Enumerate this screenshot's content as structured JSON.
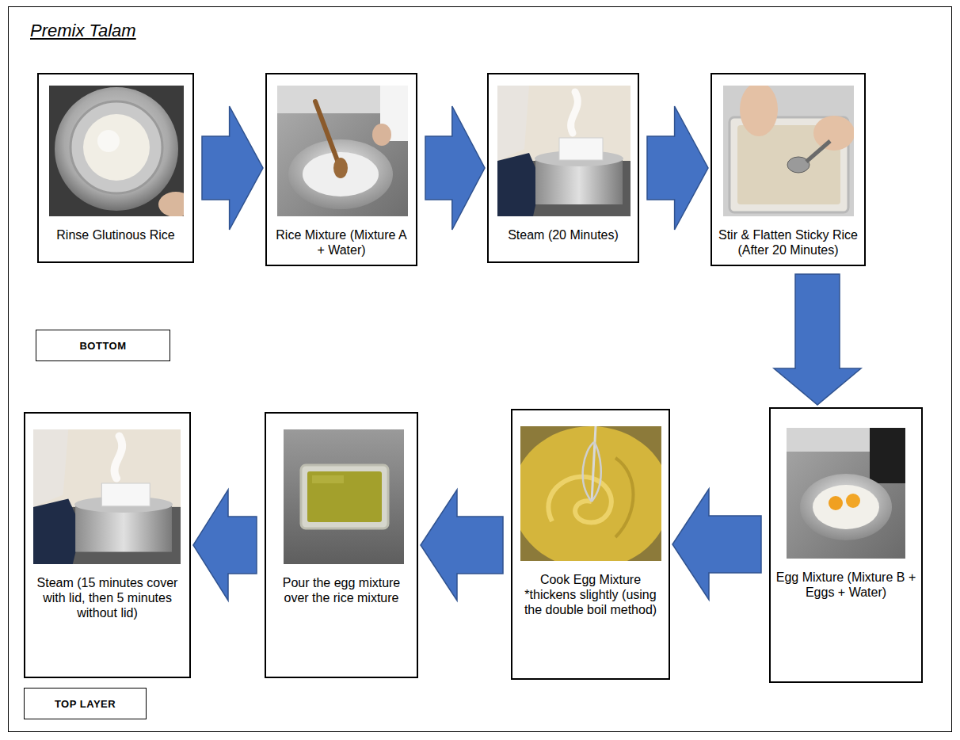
{
  "diagram": {
    "title": "Premix Talam",
    "nodes": [
      {
        "text": [
          "Rinse Glutinous Rice"
        ]
      },
      {
        "text": [
          "Rice Mixture (Mixture A + Water)"
        ]
      },
      {
        "text": [
          "Steam (20 Minutes)"
        ]
      },
      {
        "text": [
          "Stir & Flatten Sticky Rice (After 20 Minutes)"
        ]
      },
      {
        "text": [
          "BOTTOM"
        ]
      },
      {
        "text": [
          "Steam (15 minutes cover with lid, then 5 minutes without lid)"
        ]
      },
      {
        "text": [
          "Pour the egg mixture over the rice mixture"
        ]
      },
      {
        "text": [
          "Cook Egg Mixture *thickens slightly (using the double boil method)"
        ]
      },
      {
        "text": [
          "Egg Mixture (Mixture B + Eggs + Water)"
        ]
      },
      {
        "text": [
          "TOP LAYER"
        ]
      }
    ],
    "edges": [
      {
        "from": 0,
        "to": 1,
        "arrow": "to"
      },
      {
        "from": 1,
        "to": 2,
        "arrow": "to"
      },
      {
        "from": 2,
        "to": 3,
        "arrow": "to"
      },
      {
        "from": 3,
        "to": 8,
        "arrow": "to"
      },
      {
        "from": 8,
        "to": 7,
        "arrow": "to"
      },
      {
        "from": 7,
        "to": 6,
        "arrow": "to"
      },
      {
        "from": 6,
        "to": 5,
        "arrow": "to"
      }
    ]
  }
}
